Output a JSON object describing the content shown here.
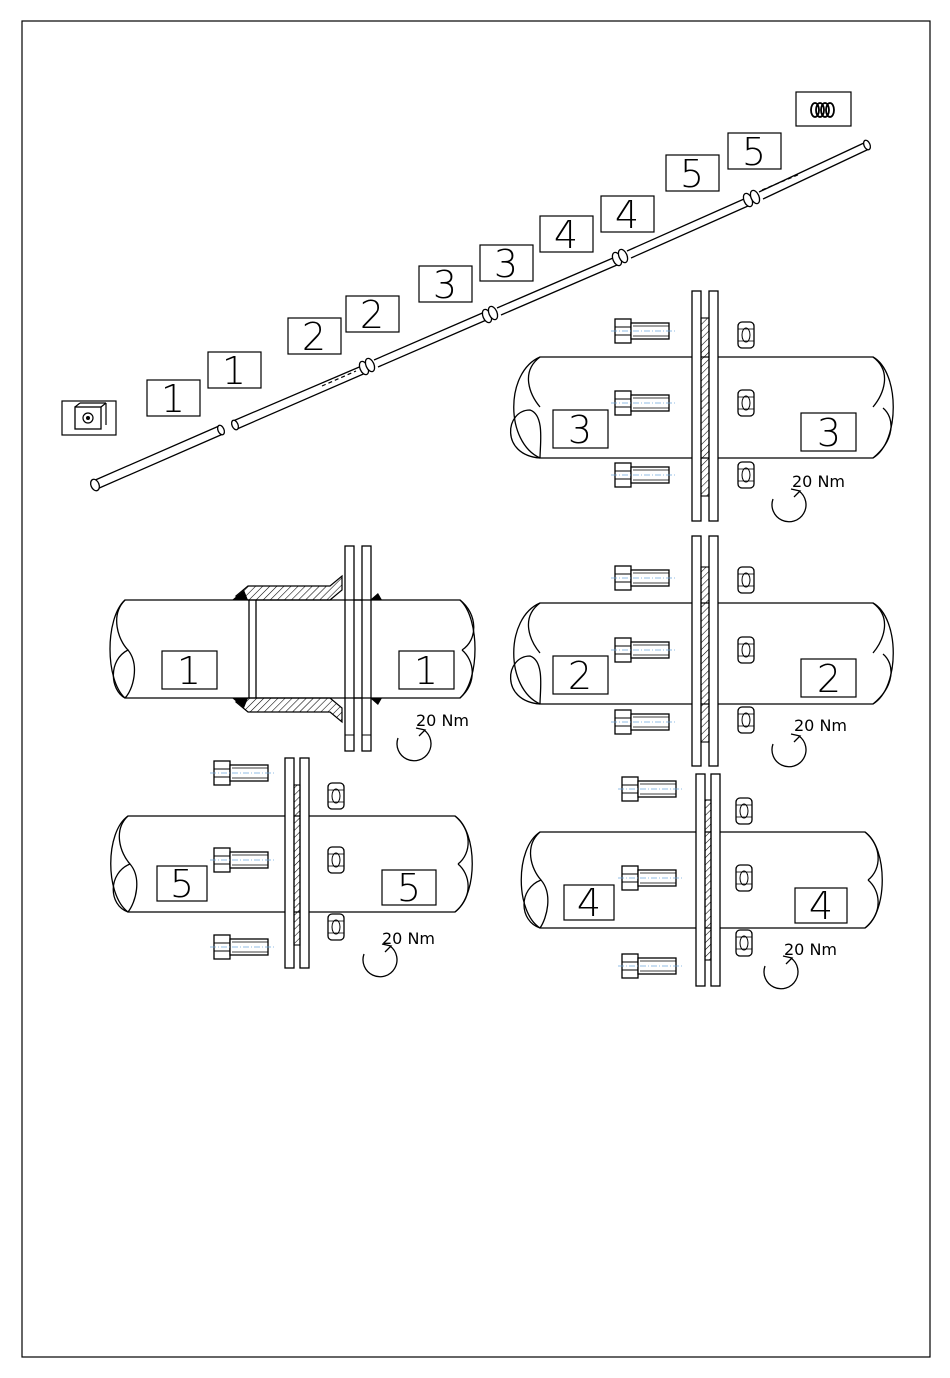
{
  "diagram": {
    "main_labels": {
      "l1a": "1",
      "l1b": "1",
      "l2a": "2",
      "l2b": "2",
      "l3a": "3",
      "l3b": "3",
      "l4a": "4",
      "l4b": "4",
      "l5a": "5",
      "l5b": "5"
    },
    "details": {
      "d1": {
        "left": "1",
        "right": "1",
        "torque": "20  Nm"
      },
      "d2": {
        "left": "2",
        "right": "2",
        "torque": "20  Nm"
      },
      "d3": {
        "left": "3",
        "right": "3",
        "torque": "20  Nm"
      },
      "d4": {
        "left": "4",
        "right": "4",
        "torque": "20  Nm"
      },
      "d5": {
        "left": "5",
        "right": "5",
        "torque": "20  Nm"
      }
    },
    "icons": [
      "control-unit-icon",
      "spring-coil-icon"
    ],
    "colors": {
      "line": "#000000",
      "centerline": "#6fa8dc",
      "hatch": "#000000"
    }
  }
}
